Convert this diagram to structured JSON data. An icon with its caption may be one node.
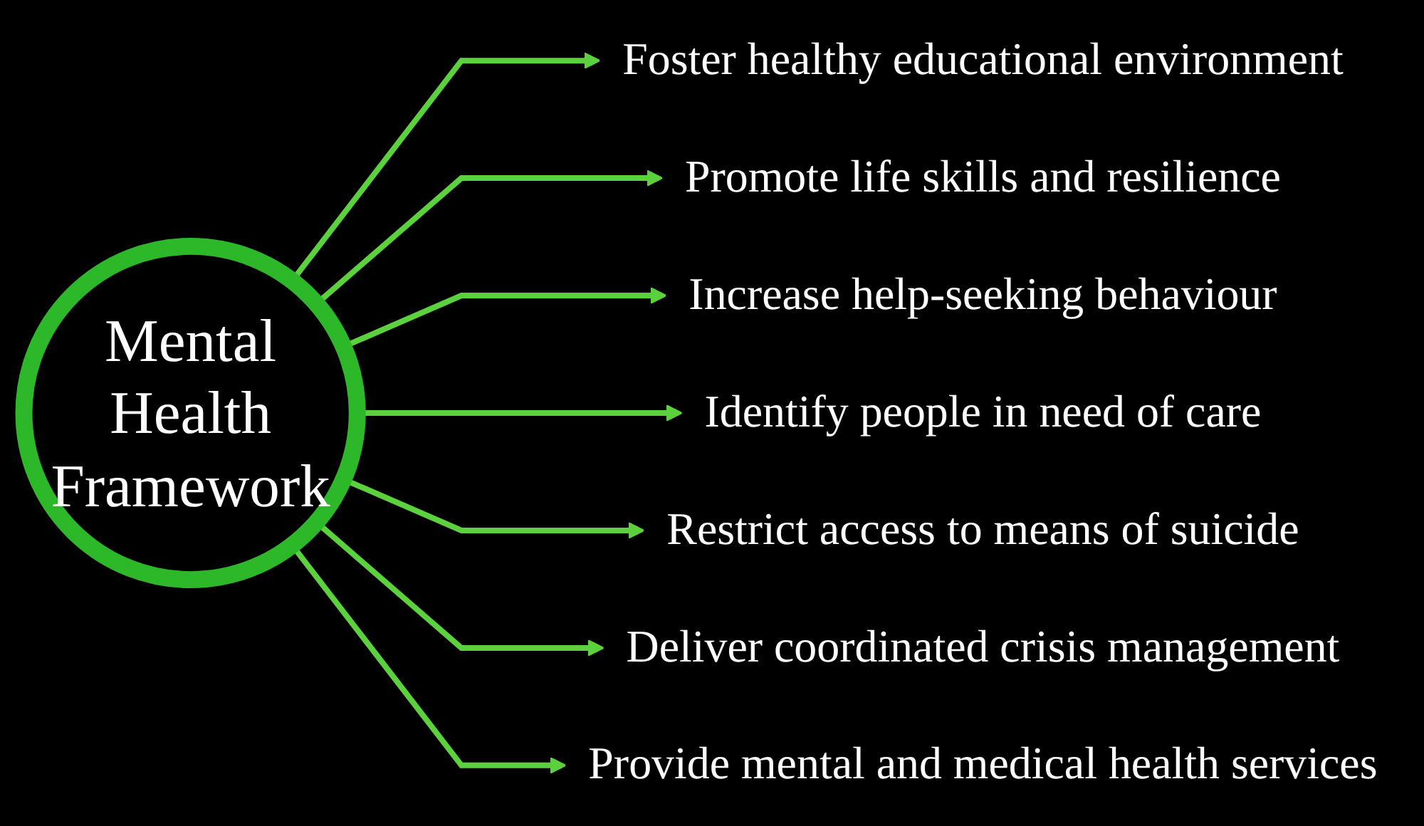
{
  "diagram": {
    "nodes": [
      {
        "text": [
          "Mental Health Framework"
        ]
      },
      {
        "text": [
          "Foster healthy educational environment"
        ]
      },
      {
        "text": [
          "Promote life skills and resilience"
        ]
      },
      {
        "text": [
          "Increase help-seeking behaviour"
        ]
      },
      {
        "text": [
          "Identify people in need of care"
        ]
      },
      {
        "text": [
          "Restrict access to means of suicide"
        ]
      },
      {
        "text": [
          "Deliver coordinated crisis management"
        ]
      },
      {
        "text": [
          "Provide mental and medical health services"
        ]
      }
    ],
    "edges": [
      {
        "from": 0,
        "to": 1,
        "arrow": "to"
      },
      {
        "from": 0,
        "to": 2,
        "arrow": "to"
      },
      {
        "from": 0,
        "to": 3,
        "arrow": "to"
      },
      {
        "from": 0,
        "to": 4,
        "arrow": "to"
      },
      {
        "from": 0,
        "to": 5,
        "arrow": "to"
      },
      {
        "from": 0,
        "to": 6,
        "arrow": "to"
      },
      {
        "from": 0,
        "to": 7,
        "arrow": "to"
      }
    ]
  }
}
